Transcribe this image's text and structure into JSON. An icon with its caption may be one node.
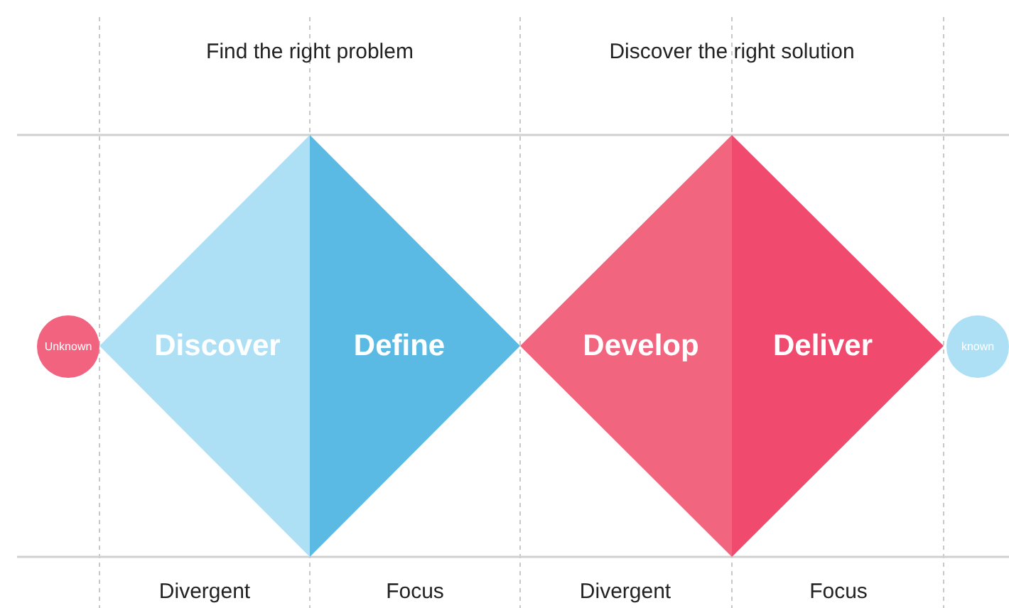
{
  "diagram": {
    "nodes": [
      {
        "text": [
          "Unknown"
        ]
      },
      {
        "text": [
          "Discover"
        ]
      },
      {
        "text": [
          "Define"
        ]
      },
      {
        "text": [
          "Develop"
        ]
      },
      {
        "text": [
          "Deliver"
        ]
      },
      {
        "text": [
          "known"
        ]
      }
    ],
    "labels": [
      "Find the right problem",
      "Discover the right solution",
      "Divergent",
      "Focus",
      "Divergent",
      "Focus"
    ]
  }
}
